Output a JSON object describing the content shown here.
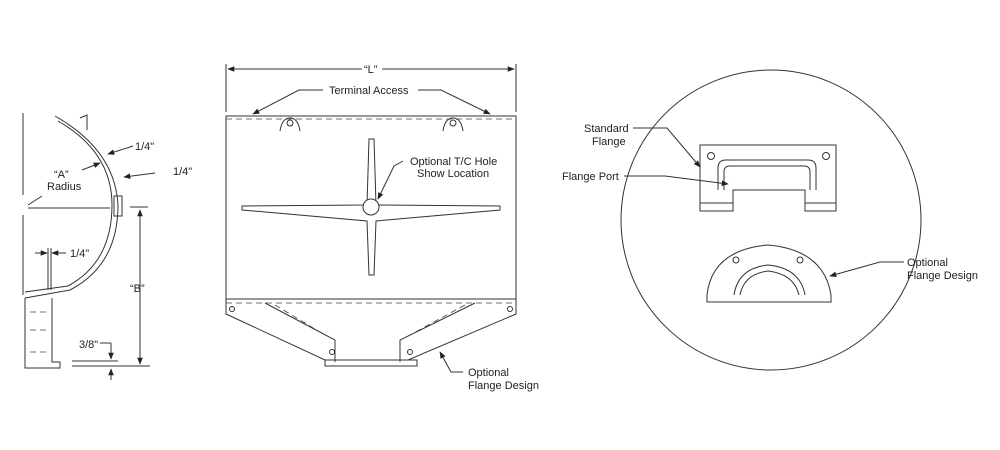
{
  "side_view": {
    "wall_thickness_1": "1/4\"",
    "wall_thickness_2": "1/4\"",
    "a_label": "“A”",
    "radius_label": "Radius",
    "gap_label": "1/4\"",
    "b_label": "“B”",
    "offset_label": "3/8\""
  },
  "front_view": {
    "length_label": "“L”",
    "terminal_access": "Terminal Access",
    "tc_hole_line1": "Optional T/C Hole",
    "tc_hole_line2": "Show Location",
    "optional_flange_line1": "Optional",
    "optional_flange_line2": "Flange Design"
  },
  "end_view": {
    "standard_flange_line1": "Standard",
    "standard_flange_line2": "Flange",
    "flange_port": "Flange Port",
    "optional_flange_line1": "Optional",
    "optional_flange_line2": "Flange Design"
  }
}
